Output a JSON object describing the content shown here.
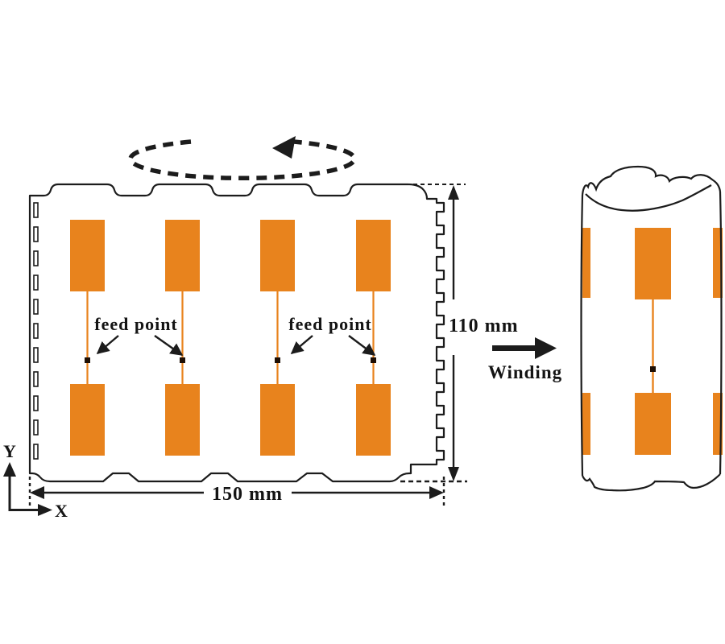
{
  "labels": {
    "feed_point": "feed point",
    "height": "110 mm",
    "width": "150 mm",
    "winding": "Winding",
    "axis_x": "X",
    "axis_y": "Y"
  },
  "colors": {
    "patch": "#E8831D",
    "outline": "#1C1C1C",
    "feed_marker": "#1E0F05"
  },
  "sheet": {
    "width_mm": 150,
    "height_mm": 110,
    "patch_rows": 2,
    "patch_columns": 4,
    "feed_points": 4
  },
  "rolled": {
    "visible_dipoles": 1,
    "visible_feed_points": 1,
    "edge_strips": 4
  }
}
